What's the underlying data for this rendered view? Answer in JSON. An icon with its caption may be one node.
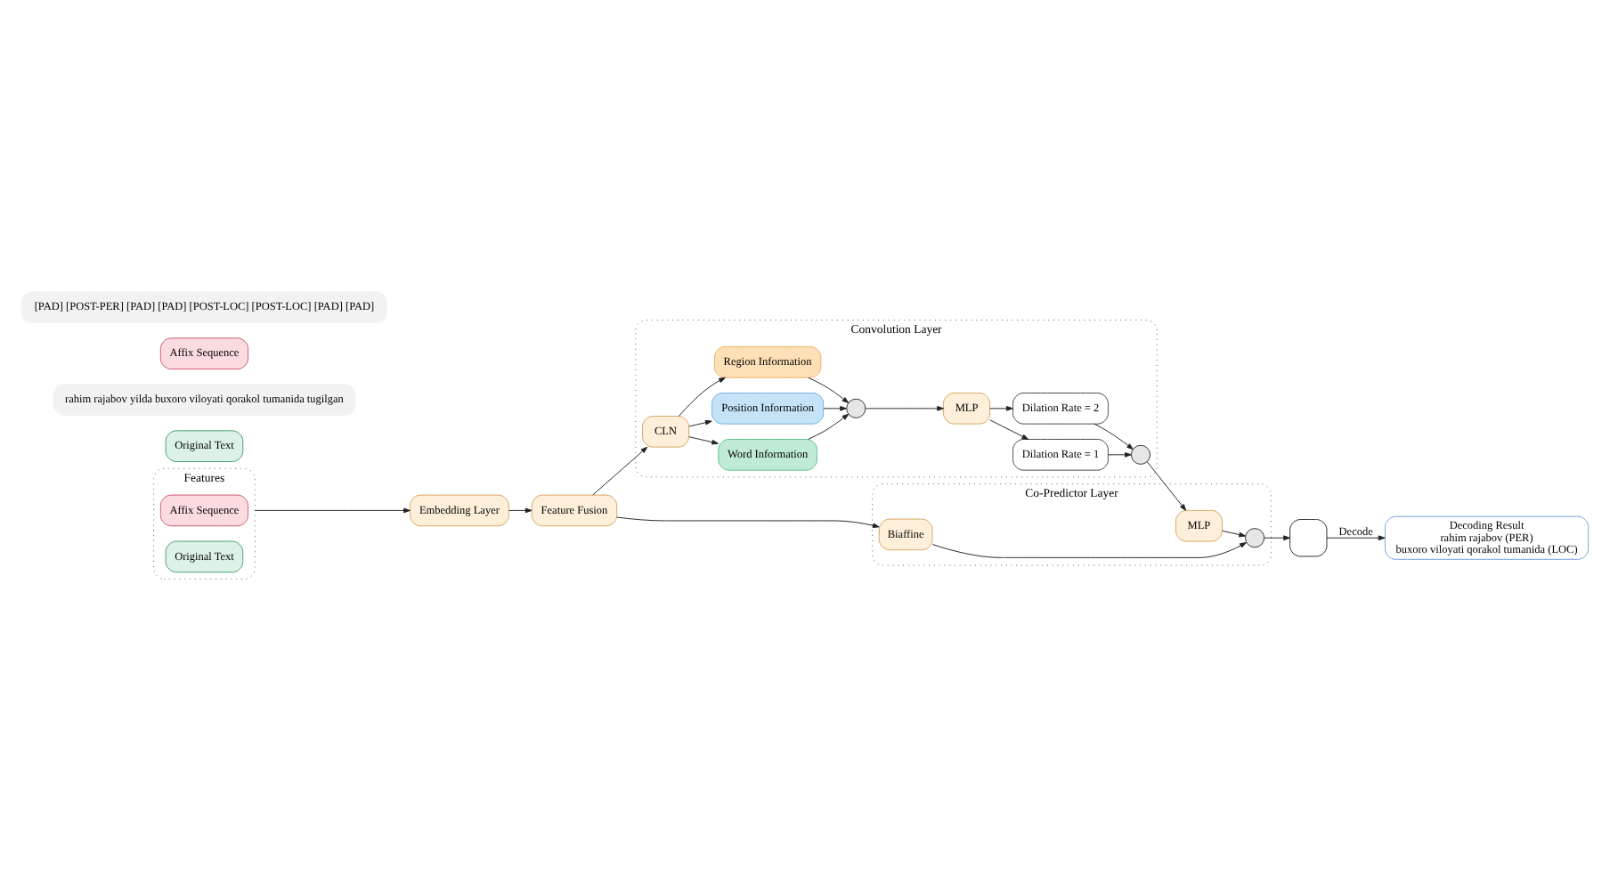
{
  "diagram": {
    "nodes": [
      {
        "text": [
          "Features"
        ]
      },
      {
        "text": [
          "Affix Sequence"
        ],
        "in": 0
      },
      {
        "text": [
          "Original Text"
        ],
        "in": 0
      },
      {
        "text": [
          "Embedding Layer"
        ]
      },
      {
        "text": [
          "Feature Fusion"
        ]
      },
      {
        "text": [
          "Convolution Layer"
        ]
      },
      {
        "text": [
          "CLN"
        ],
        "in": 5
      },
      {
        "text": [
          "Word Information"
        ],
        "in": 5
      },
      {
        "text": [
          "Position Information"
        ],
        "in": 5
      },
      {
        "text": [
          "Region Information"
        ],
        "in": 5
      },
      {
        "text": [],
        "shape": "circle",
        "in": 5
      },
      {
        "text": [
          "MLP"
        ],
        "in": 5
      },
      {
        "text": [
          "Dilation Rate = 1"
        ],
        "in": 5
      },
      {
        "text": [
          "Dilation Rate = 2"
        ],
        "in": 5
      },
      {
        "text": [],
        "shape": "circle",
        "in": 5
      },
      {
        "text": [
          "Co-Predictor Layer"
        ]
      },
      {
        "text": [
          "MLP"
        ],
        "in": 15
      },
      {
        "text": [
          "Biaffine"
        ],
        "in": 15
      },
      {
        "text": [],
        "shape": "circle",
        "in": 15
      },
      {
        "text": [],
        "shape": "box"
      },
      {
        "text": [
          "Decoding Result",
          "rahim rajabov (PER)",
          "buxoro viloyati qorakol tumanida (LOC)"
        ]
      },
      {
        "text": [
          "Original Text"
        ]
      },
      {
        "text": [
          "rahim rajabov yilda buxoro viloyati qorakol tumanida tugilgan"
        ]
      },
      {
        "text": [
          "Affix Sequence"
        ]
      },
      {
        "text": [
          "[PAD] [POST-PER] [PAD] [PAD] [POST-LOC] [POST-LOC] [PAD] [PAD]"
        ]
      }
    ],
    "edges": [
      {
        "from": 0,
        "to": 3,
        "arrow": "to"
      },
      {
        "from": 3,
        "to": 4,
        "arrow": "to"
      },
      {
        "from": 4,
        "to": 6,
        "arrow": "to"
      },
      {
        "from": 6,
        "to": 7,
        "arrow": "to"
      },
      {
        "from": 6,
        "to": 8,
        "arrow": "to"
      },
      {
        "from": 6,
        "to": 9,
        "arrow": "to"
      },
      {
        "from": 7,
        "to": 10,
        "arrow": "to"
      },
      {
        "from": 8,
        "to": 10,
        "arrow": "to"
      },
      {
        "from": 9,
        "to": 10,
        "arrow": "to"
      },
      {
        "from": 10,
        "to": 11,
        "arrow": "to"
      },
      {
        "from": 11,
        "to": 12,
        "arrow": "to"
      },
      {
        "from": 11,
        "to": 13,
        "arrow": "to"
      },
      {
        "from": 12,
        "to": 14,
        "arrow": "to"
      },
      {
        "from": 13,
        "to": 14,
        "arrow": "to"
      },
      {
        "from": 14,
        "to": 16,
        "arrow": "to"
      },
      {
        "from": 4,
        "to": 17,
        "arrow": "to"
      },
      {
        "from": 16,
        "to": 18,
        "arrow": "to"
      },
      {
        "from": 17,
        "to": 18,
        "arrow": "to"
      },
      {
        "from": 18,
        "to": 19,
        "arrow": "to"
      },
      {
        "from": 19,
        "to": 20,
        "label": "Decode",
        "arrow": "to"
      }
    ]
  }
}
